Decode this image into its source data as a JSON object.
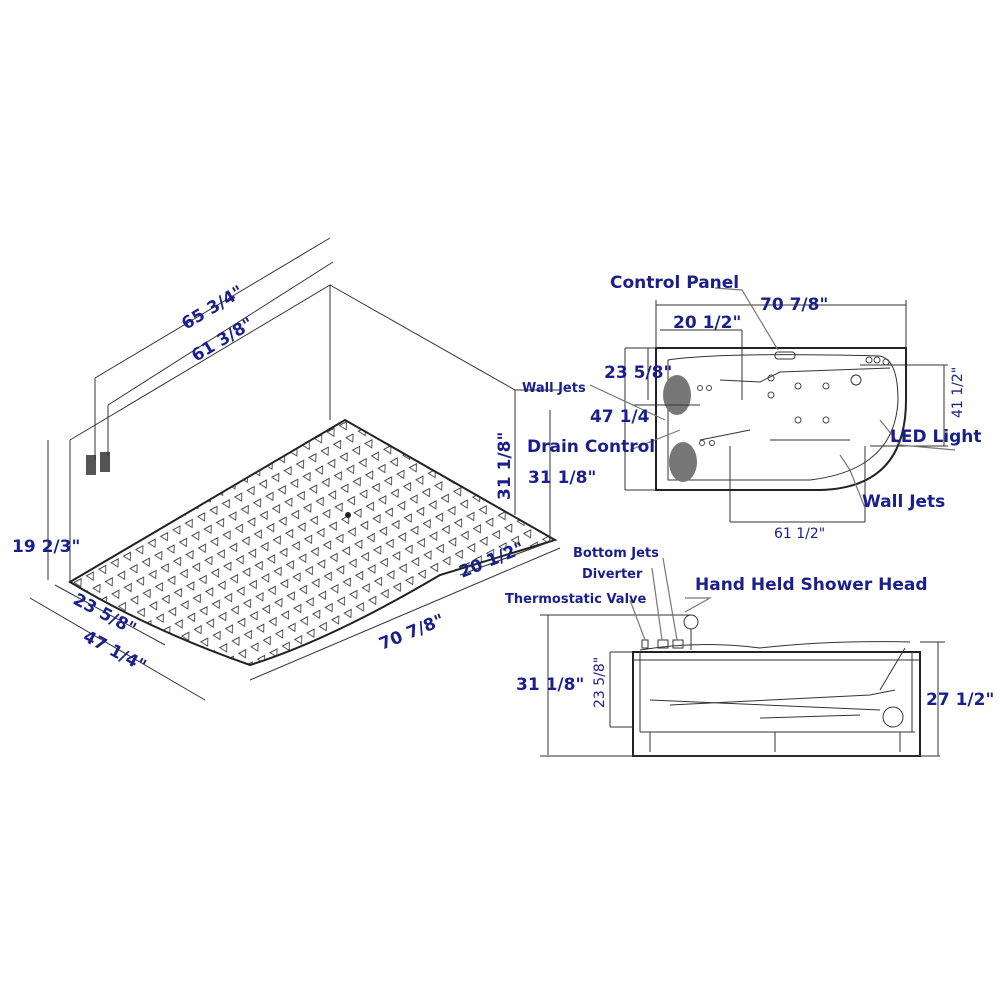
{
  "iso_view": {
    "dim_outer_length": "65 3/4\"",
    "dim_inner_length": "61 3/8\"",
    "dim_height": "19 2/3\"",
    "dim_front_depth": "23 5/8\"",
    "dim_total_depth": "47 1/4\"",
    "dim_length": "70 7/8\"",
    "dim_right_depth": "20 1/2\"",
    "dim_right_width": "31 1/8\""
  },
  "top_view": {
    "label_control_panel": "Control Panel",
    "dim_length": "70 7/8\"",
    "dim_offset": "20 1/2\"",
    "dim_depth_small": "23 5/8\"",
    "label_wall_jets_left": "Wall Jets",
    "dim_depth_total": "47 1/4",
    "label_drain_control": "Drain Control",
    "dim_depth_right": "31 1/8\"",
    "dim_vertical_right": "41 1/2\"",
    "label_led_light": "LED Light",
    "label_wall_jets_right": "Wall Jets",
    "dim_bottom": "61 1/2\""
  },
  "side_view": {
    "label_bottom_jets": "Bottom Jets",
    "label_diverter": "Diverter",
    "label_thermostatic_valve": "Thermostatic Valve",
    "label_hand_held_shower": "Hand Held Shower Head",
    "dim_total_height": "31 1/8\"",
    "dim_inner_height": "23 5/8\"",
    "dim_tub_height": "27 1/2\""
  }
}
